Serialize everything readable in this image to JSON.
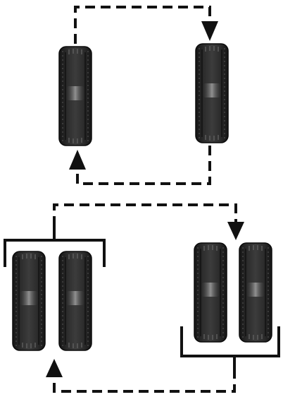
{
  "diagram": {
    "type": "tire-rotation-pattern",
    "sections": [
      {
        "name": "single-axle-rotation",
        "tires": [
          "front-left",
          "front-right"
        ],
        "arrows": [
          "down-arrow-to-right-tire",
          "up-arrow-to-left-tire"
        ]
      },
      {
        "name": "dual-wheel-rotation",
        "tires": [
          "dual-left-inner",
          "dual-left-outer",
          "dual-right-inner",
          "dual-right-outer"
        ],
        "arrows": [
          "down-arrow-to-right-pair",
          "up-arrow-to-left-pair"
        ]
      }
    ],
    "colors": {
      "line": "#111111",
      "tread_dark": "#1e1e1e",
      "tread_mid": "#3a3a3a",
      "highlight": "#8a8a8a"
    }
  }
}
